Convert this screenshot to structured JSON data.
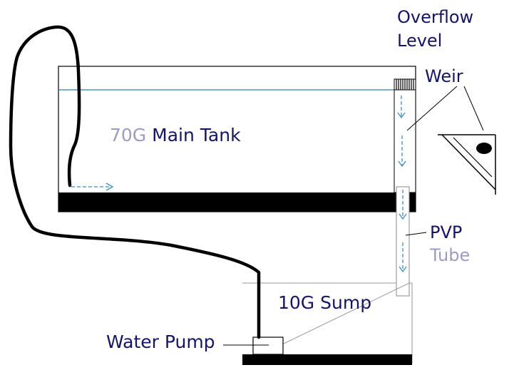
{
  "labels": {
    "overflow_line1": "Overflow",
    "overflow_line2": "Level",
    "weir": "Weir",
    "main_tank_prefix": "70G",
    "main_tank_suffix": "Main Tank",
    "pvp": "PVP",
    "tube": "Tube",
    "sump": "10G Sump",
    "water_pump": "Water Pump"
  },
  "colors": {
    "label_primary": "#14146e",
    "label_faded": "#9b9bc8",
    "water_line": "#2f7fa8",
    "flow_arrow": "#3a8fcc",
    "outline": "#000000"
  }
}
